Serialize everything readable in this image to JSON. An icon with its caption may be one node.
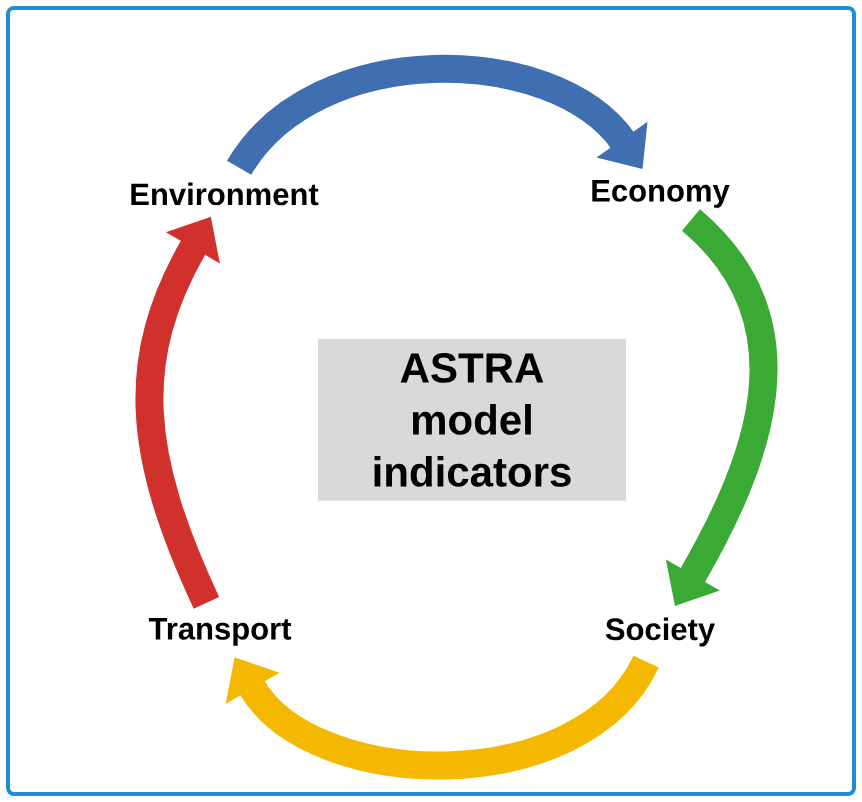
{
  "diagram": {
    "nodes": [
      {
        "text": [
          "Environment"
        ]
      },
      {
        "text": [
          "Economy"
        ]
      },
      {
        "text": [
          "Society"
        ]
      },
      {
        "text": [
          "Transport"
        ]
      },
      {
        "text": [
          "ASTRA model indicators"
        ]
      }
    ],
    "edges": [
      {
        "from": 0,
        "to": 1,
        "arrow": "to",
        "color": "#3f6fb0"
      },
      {
        "from": 1,
        "to": 2,
        "arrow": "to",
        "color": "#3aaa35"
      },
      {
        "from": 2,
        "to": 3,
        "arrow": "to",
        "color": "#f5b800"
      },
      {
        "from": 3,
        "to": 0,
        "arrow": "to",
        "color": "#d0312d"
      }
    ]
  }
}
